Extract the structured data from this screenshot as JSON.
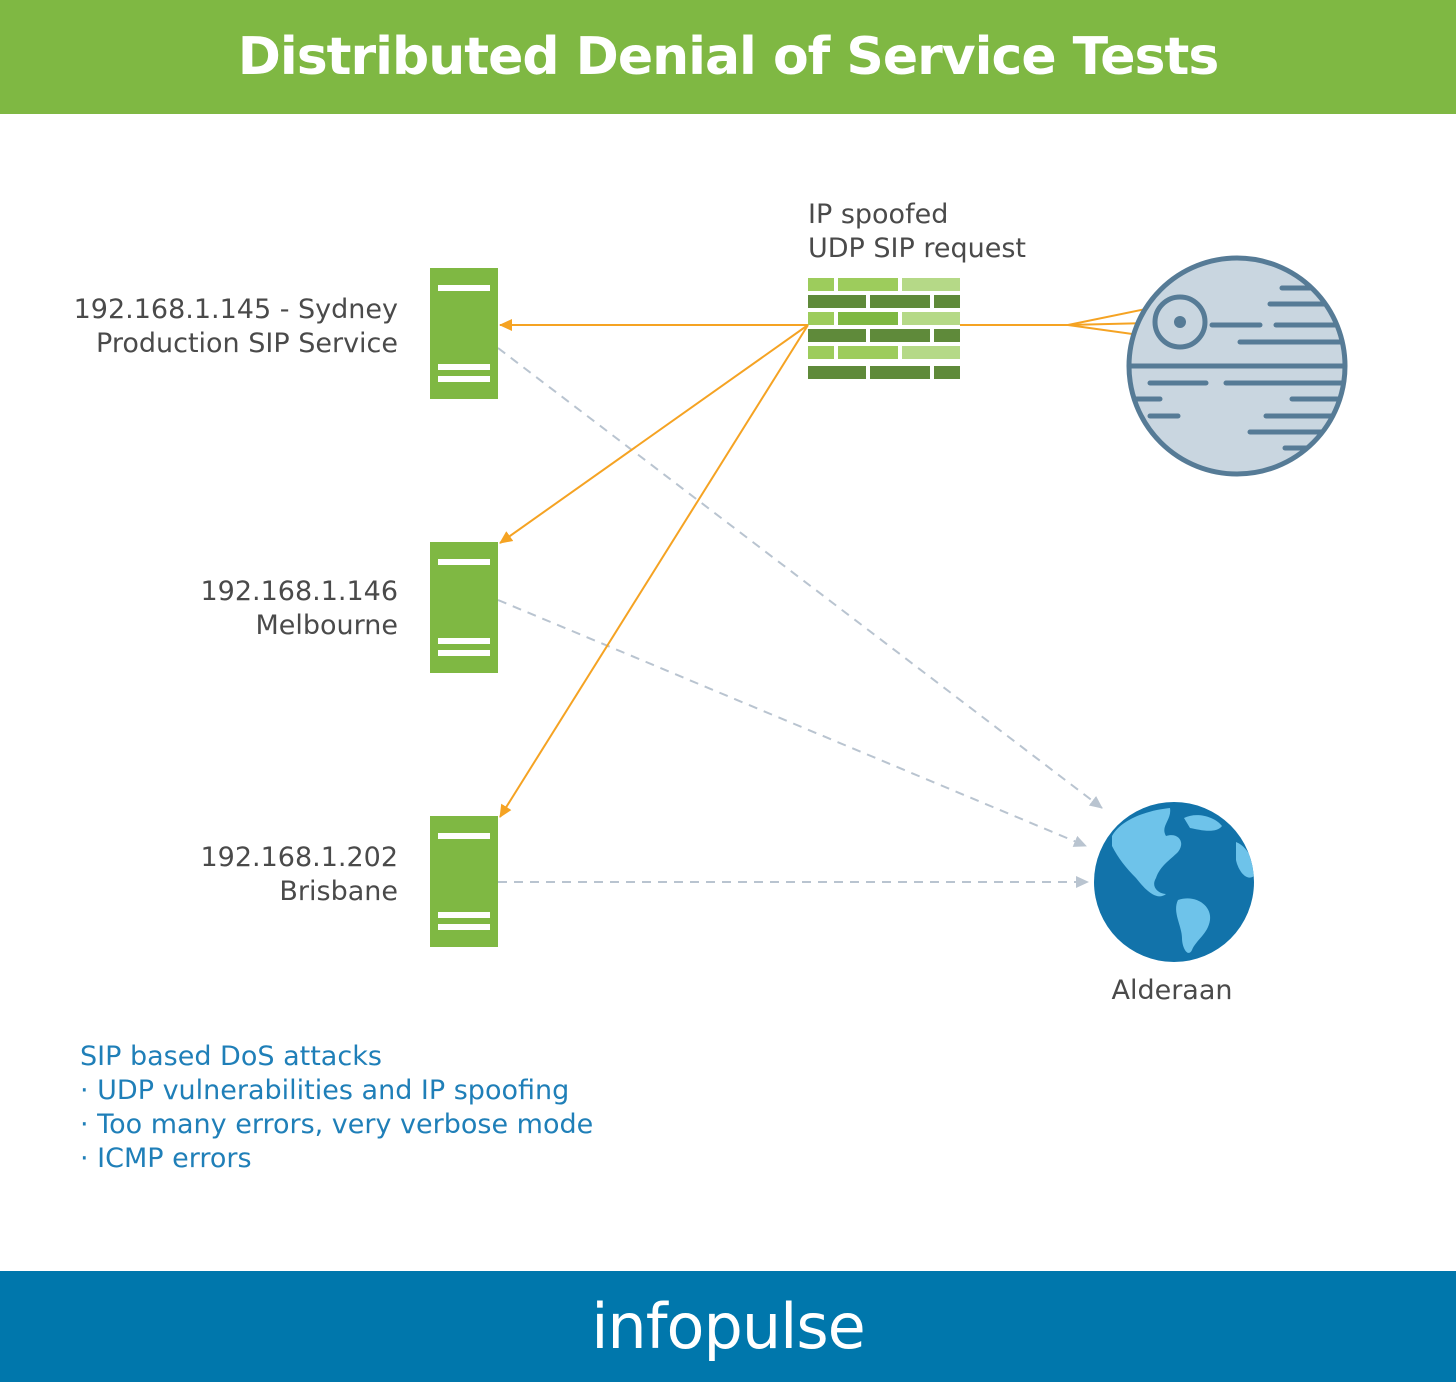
{
  "colors": {
    "header_bg": "#7fb843",
    "footer_bg": "#0077ac",
    "server_green": "#7fb843",
    "attack_orange": "#f5a323",
    "dashed_gray": "#b9c4d0",
    "note_blue": "#1f7fb8",
    "globe_blue": "#1273aa",
    "globe_land": "#6ec3ea",
    "station_fill": "#c9d6e0",
    "station_stroke": "#567b96",
    "brick_light": "#9dcc5c",
    "brick_dark": "#5f8a3a"
  },
  "header": {
    "title": "Distributed Denial of Service Tests"
  },
  "footer": {
    "brand": "infopulse"
  },
  "servers": [
    {
      "line1": "192.168.1.145 - Sydney",
      "line2": "Production SIP Service",
      "icon": "server-icon"
    },
    {
      "line1": "192.168.1.146",
      "line2": "Melbourne",
      "icon": "server-icon"
    },
    {
      "line1": "192.168.1.202",
      "line2": "Brisbane",
      "icon": "server-icon"
    }
  ],
  "firewall": {
    "line1": "IP spoofed",
    "line2": "UDP SIP request",
    "icon": "firewall-icon"
  },
  "attacker": {
    "icon": "death-star-icon"
  },
  "target": {
    "label": "Alderaan",
    "icon": "globe-icon"
  },
  "notes": {
    "title": "SIP based DoS attacks",
    "items": [
      "· UDP vulnerabilities and IP spoofing",
      "· Too many errors, very verbose mode",
      "· ICMP errors"
    ]
  }
}
